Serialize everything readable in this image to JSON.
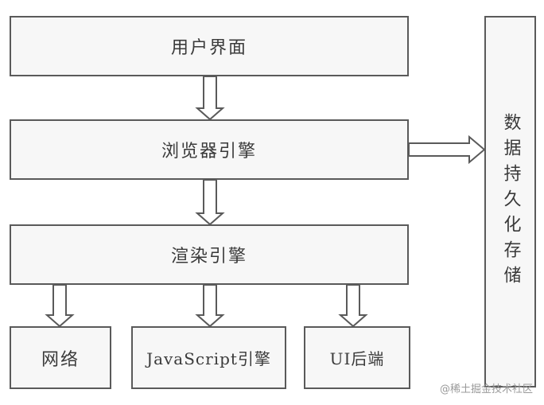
{
  "boxes": {
    "ui": "用户界面",
    "browser_engine": "浏览器引擎",
    "rendering_engine": "渲染引擎",
    "network": "网络",
    "javascript": "JavaScript引擎",
    "ui_backend": "UI后端",
    "data_persistence": "数据持久化存储"
  },
  "watermark": "@稀土掘金技术社区",
  "colors": {
    "border": "#5a5a5a",
    "fill": "#f7f7f7",
    "text": "#3a3a3a"
  }
}
